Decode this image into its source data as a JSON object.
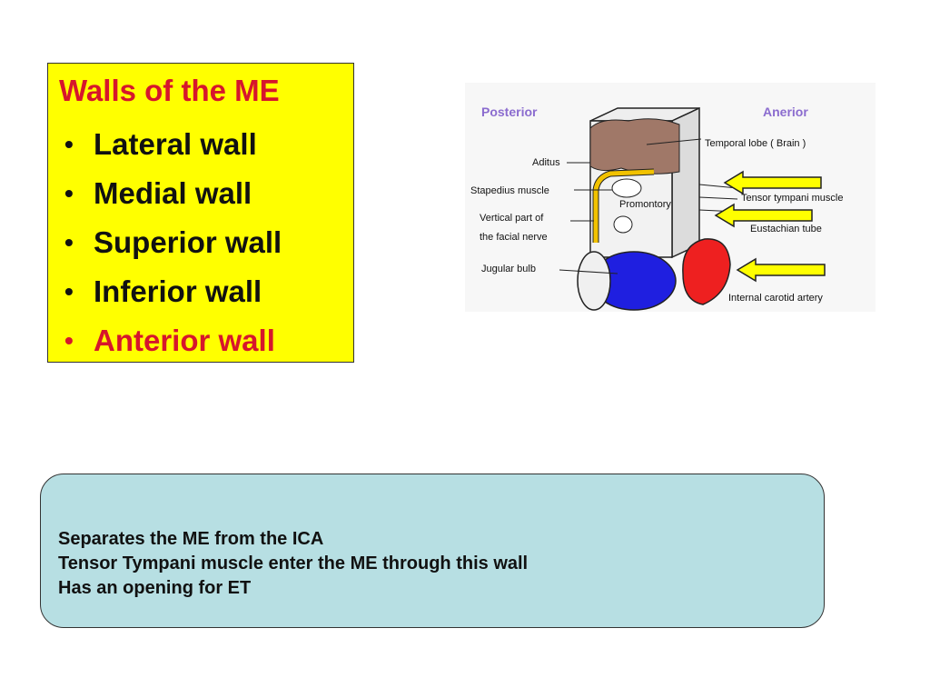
{
  "walls": {
    "title": "Walls of the ME",
    "bullet": "•",
    "items": [
      {
        "label": "Lateral wall",
        "highlight": false
      },
      {
        "label": "Medial wall",
        "highlight": false
      },
      {
        "label": "Superior wall",
        "highlight": false
      },
      {
        "label": "Inferior wall",
        "highlight": false
      },
      {
        "label": "Anterior wall",
        "highlight": true
      }
    ],
    "box_color": "#ffff00",
    "highlight_color": "#d6162c"
  },
  "diagram": {
    "posterior": "Posterior",
    "anterior": "Anerior",
    "temporal_lobe": "Temporal lobe ( Brain )",
    "aditus": "Aditus",
    "stapedius": "Stapedius muscle",
    "facial_nerve_1": "Vertical part of",
    "facial_nerve_2": "the facial nerve",
    "promontory": "Promontory",
    "jugular_bulb": "Jugular bulb",
    "tensor_tympani": "Tensor tympani muscle",
    "eustachian": "Eustachian tube",
    "carotid": "Internal carotid artery",
    "colors": {
      "brain": "#a07868",
      "jugular": "#1f1fe0",
      "carotid": "#ee2020",
      "nerve": "#f2c200",
      "arrow": "#ffff00"
    }
  },
  "info": {
    "lines": [
      "Separates the ME from the ICA",
      "Tensor Tympani muscle enter the ME through this wall",
      "Has an opening for ET"
    ],
    "box_color": "#b7dfe3"
  }
}
